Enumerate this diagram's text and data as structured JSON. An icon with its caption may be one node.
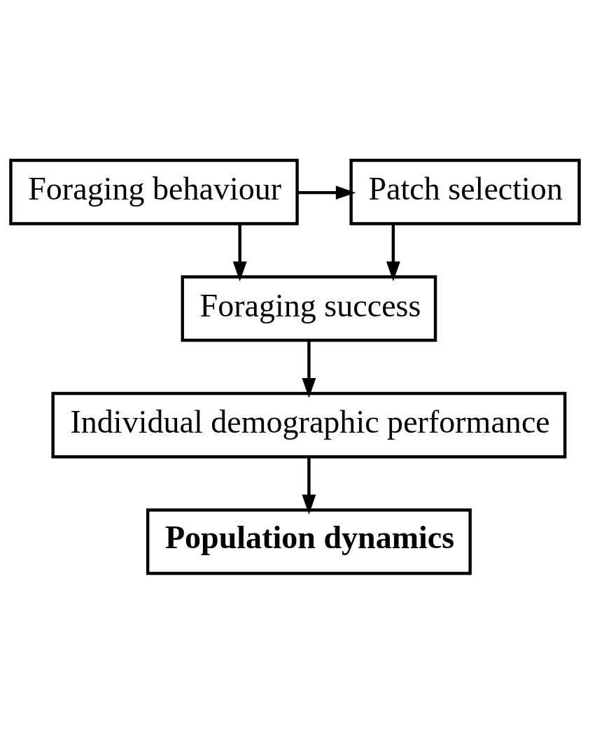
{
  "diagram": {
    "nodes": [
      {
        "text": [
          "Foraging behaviour"
        ]
      },
      {
        "text": [
          "Patch selection"
        ]
      },
      {
        "text": [
          "Foraging success"
        ]
      },
      {
        "text": [
          "Individual demographic performance"
        ]
      },
      {
        "text": [
          "Population dynamics"
        ]
      }
    ],
    "edges": [
      {
        "from": 0,
        "to": 1,
        "arrow": "to"
      },
      {
        "from": 0,
        "to": 2,
        "arrow": "to"
      },
      {
        "from": 1,
        "to": 2,
        "arrow": "to"
      },
      {
        "from": 2,
        "to": 3,
        "arrow": "to"
      },
      {
        "from": 3,
        "to": 4,
        "arrow": "to"
      }
    ]
  }
}
